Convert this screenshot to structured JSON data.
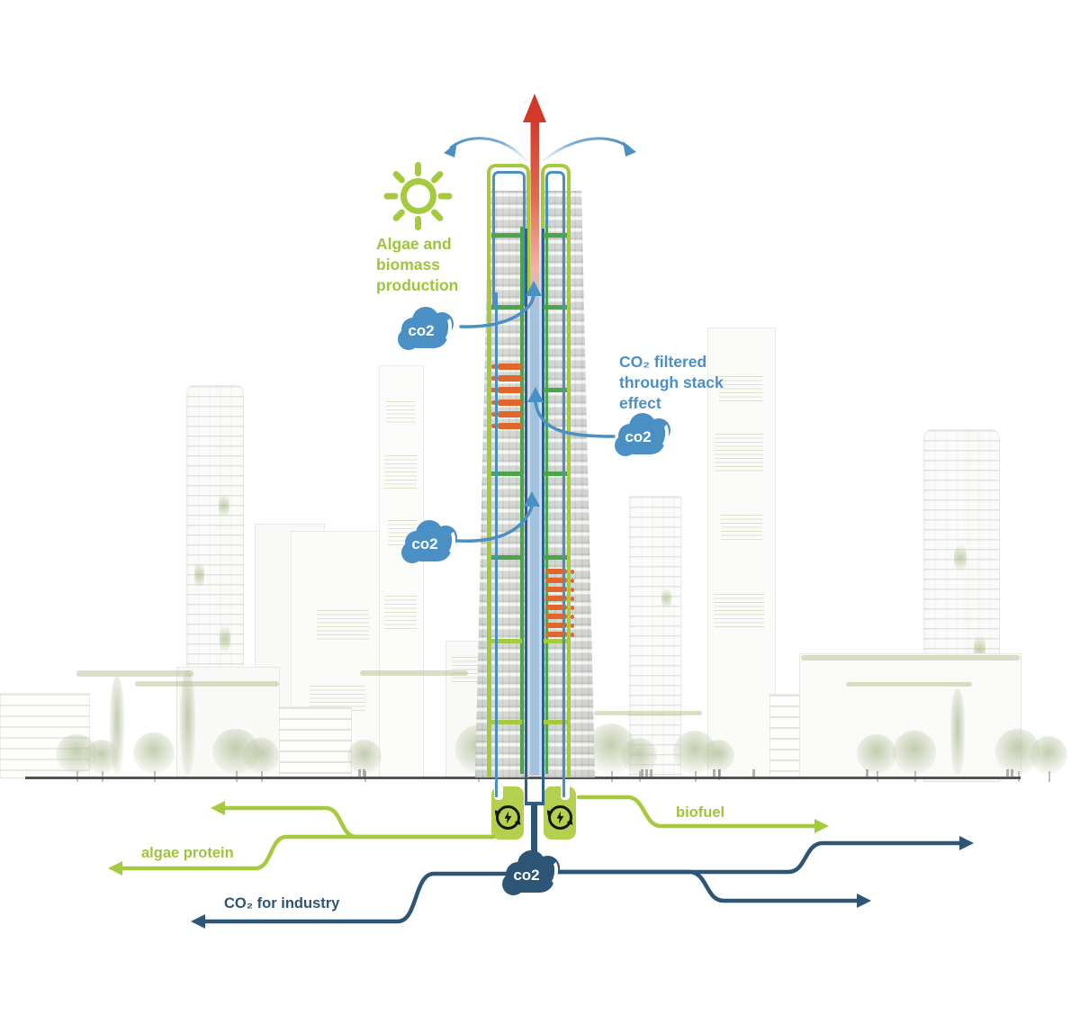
{
  "labels": {
    "algae_biomass": "Algae and\nbiomass\nproduction",
    "co2_filtered": "CO₂ filtered\nthrough stack\neffect",
    "biofuel": "biofuel",
    "algae_protein": "algae protein",
    "co2_for_industry": "CO₂ for industry"
  },
  "clouds": {
    "top": {
      "label": "co2"
    },
    "right": {
      "label": "co2"
    },
    "lower": {
      "label": "co2"
    },
    "bottom": {
      "label": "co2"
    }
  },
  "icons": {
    "sun": "sun-icon",
    "generator": "energy-generator-icon",
    "cloud": "co2-cloud-icon",
    "red_arrow": "exhaust-up-arrow",
    "wind_arrows": "dispersal-arrows"
  },
  "colors": {
    "lime": "#a6ca3e",
    "kelly_green": "#4ba64b",
    "blue": "#4b90c5",
    "navy": "#2d5575",
    "red": "#d4382a",
    "orange": "#e0672c",
    "stack_light_blue": "#c9dcee"
  }
}
